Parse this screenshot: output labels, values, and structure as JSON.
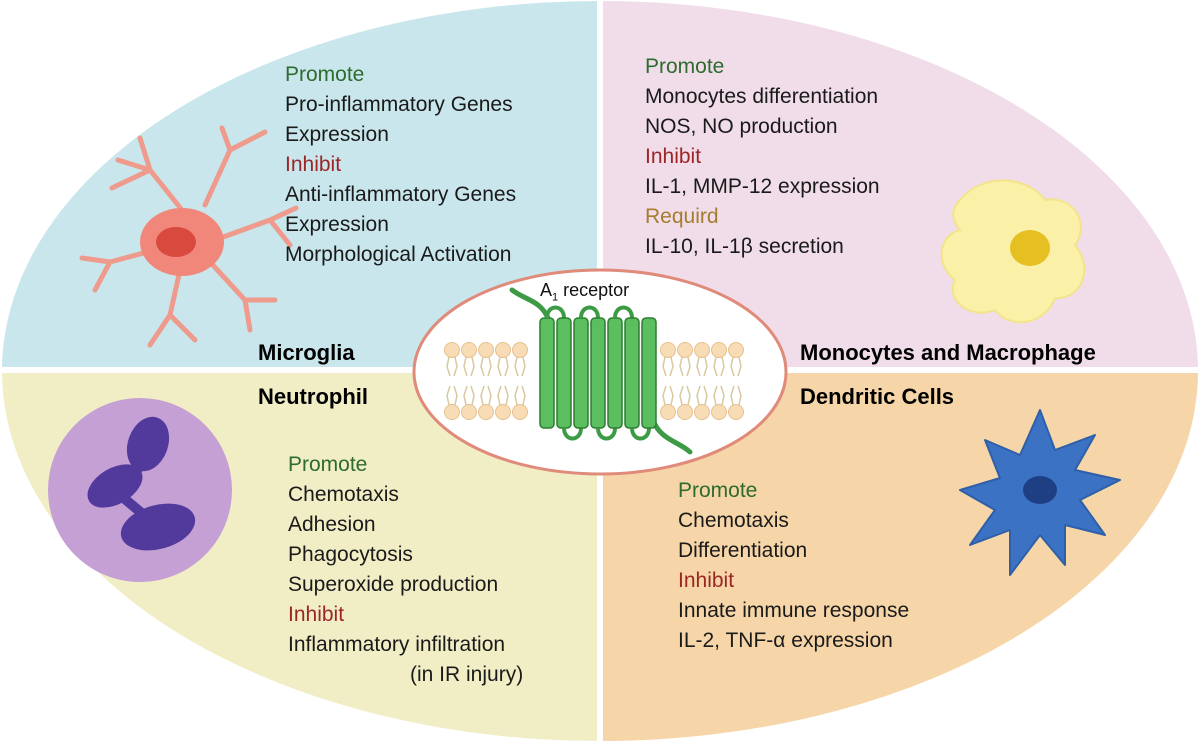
{
  "colors": {
    "microglia_bg": "#c9e6ec",
    "macrophage_bg": "#f0dde9",
    "neutrophil_bg": "#f1eec6",
    "dendritic_bg": "#f6d6a8",
    "promote": "#2e6b2e",
    "inhibit": "#9c2626",
    "required": "#a67c2e",
    "receptor": "#4caf50",
    "center_border": "#e08a7a"
  },
  "receptor": {
    "label_main": "A",
    "label_sub": "1",
    "label_rest": " receptor"
  },
  "quadrants": {
    "microglia": {
      "title": "Microglia",
      "lines": [
        {
          "kind": "promote",
          "text": "Promote"
        },
        {
          "kind": "item",
          "text": "Pro-inflammatory Genes"
        },
        {
          "kind": "item",
          "text": "Expression"
        },
        {
          "kind": "inhibit",
          "text": "Inhibit"
        },
        {
          "kind": "item",
          "text": "Anti-inflammatory Genes"
        },
        {
          "kind": "item",
          "text": "Expression"
        },
        {
          "kind": "item",
          "text": "Morphological Activation"
        }
      ]
    },
    "macrophage": {
      "title": "Monocytes and Macrophage",
      "lines": [
        {
          "kind": "promote",
          "text": "Promote"
        },
        {
          "kind": "item",
          "text": "Monocytes differentiation"
        },
        {
          "kind": "item",
          "text": "NOS, NO production"
        },
        {
          "kind": "inhibit",
          "text": "Inhibit"
        },
        {
          "kind": "item",
          "text": "IL-1, MMP-12 expression"
        },
        {
          "kind": "required",
          "text": "Requird"
        },
        {
          "kind": "item",
          "text": "IL-10, IL-1β secretion"
        }
      ]
    },
    "neutrophil": {
      "title": "Neutrophil",
      "lines": [
        {
          "kind": "promote",
          "text": "Promote"
        },
        {
          "kind": "item",
          "text": "Chemotaxis"
        },
        {
          "kind": "item",
          "text": "Adhesion"
        },
        {
          "kind": "item",
          "text": "Phagocytosis"
        },
        {
          "kind": "item",
          "text": "Superoxide production"
        },
        {
          "kind": "inhibit",
          "text": "Inhibit"
        },
        {
          "kind": "item",
          "text": "Inflammatory infiltration"
        },
        {
          "kind": "indent",
          "text": "(in IR injury)"
        }
      ]
    },
    "dendritic": {
      "title": "Dendritic Cells",
      "lines": [
        {
          "kind": "promote",
          "text": "Promote"
        },
        {
          "kind": "item",
          "text": "Chemotaxis"
        },
        {
          "kind": "item",
          "text": "Differentiation"
        },
        {
          "kind": "inhibit",
          "text": "Inhibit"
        },
        {
          "kind": "item",
          "text": "Innate immune response"
        },
        {
          "kind": "item",
          "text": "IL-2, TNF-α expression"
        }
      ]
    }
  }
}
